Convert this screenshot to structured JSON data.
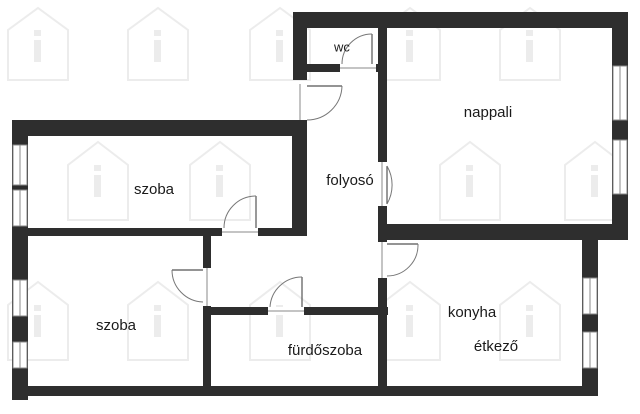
{
  "rooms": {
    "wc": "wc",
    "nappali": "nappali",
    "szoba_upper": "szoba",
    "folyoso": "folyosó",
    "szoba_lower": "szoba",
    "konyha": "konyha",
    "furdoszoba": "fürdőszoba",
    "etkezo": "étkező"
  },
  "colors": {
    "wall": "#2e2e2e",
    "background": "#ffffff",
    "watermark": "#ececec"
  }
}
